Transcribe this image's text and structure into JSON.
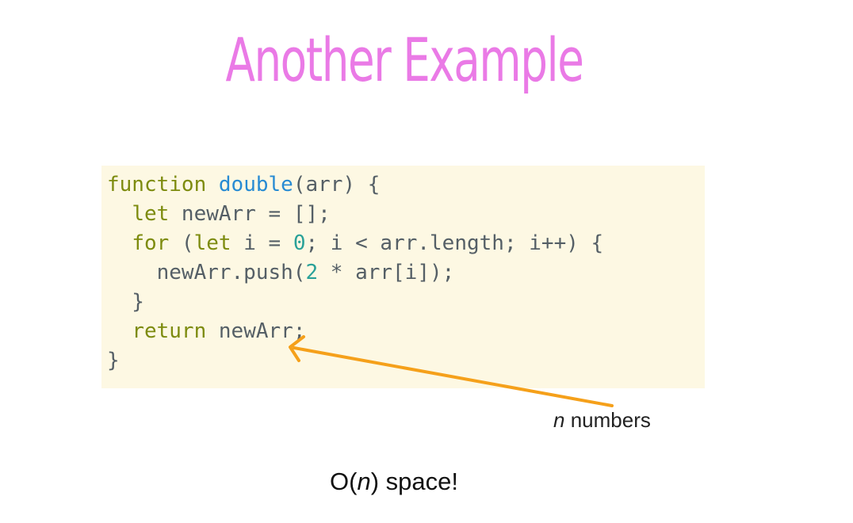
{
  "slide": {
    "title": "Another Example"
  },
  "code": {
    "line1": {
      "kw": "function",
      "sp": " ",
      "fn": "double",
      "rest": "(arr) {"
    },
    "line2": {
      "indent": "  ",
      "kw": "let",
      "rest": " newArr = [];"
    },
    "line3": {
      "indent": "  ",
      "kw1": "for",
      "p1": " (",
      "kw2": "let",
      "p2": " i = ",
      "num": "0",
      "p3": "; i < arr.length; i++) {"
    },
    "line4": {
      "a": "    newArr.push(",
      "num": "2",
      "b": " * arr[i]);"
    },
    "line5": {
      "text": "  }"
    },
    "line6": {
      "indent": "  ",
      "kw": "return",
      "rest": " newArr;"
    },
    "line7": {
      "text": "}"
    }
  },
  "annotation": {
    "var": "n",
    "text": " numbers"
  },
  "conclusion": {
    "prefix": "O(",
    "var": "n",
    "suffix": ") space!"
  },
  "colors": {
    "title": "#ea7ae6",
    "code_background": "#fdf8e3",
    "keyword": "#7d8b0e",
    "function_name": "#278bd3",
    "number": "#29a198",
    "plain_code": "#555f66",
    "arrow": "#f5a01a"
  }
}
